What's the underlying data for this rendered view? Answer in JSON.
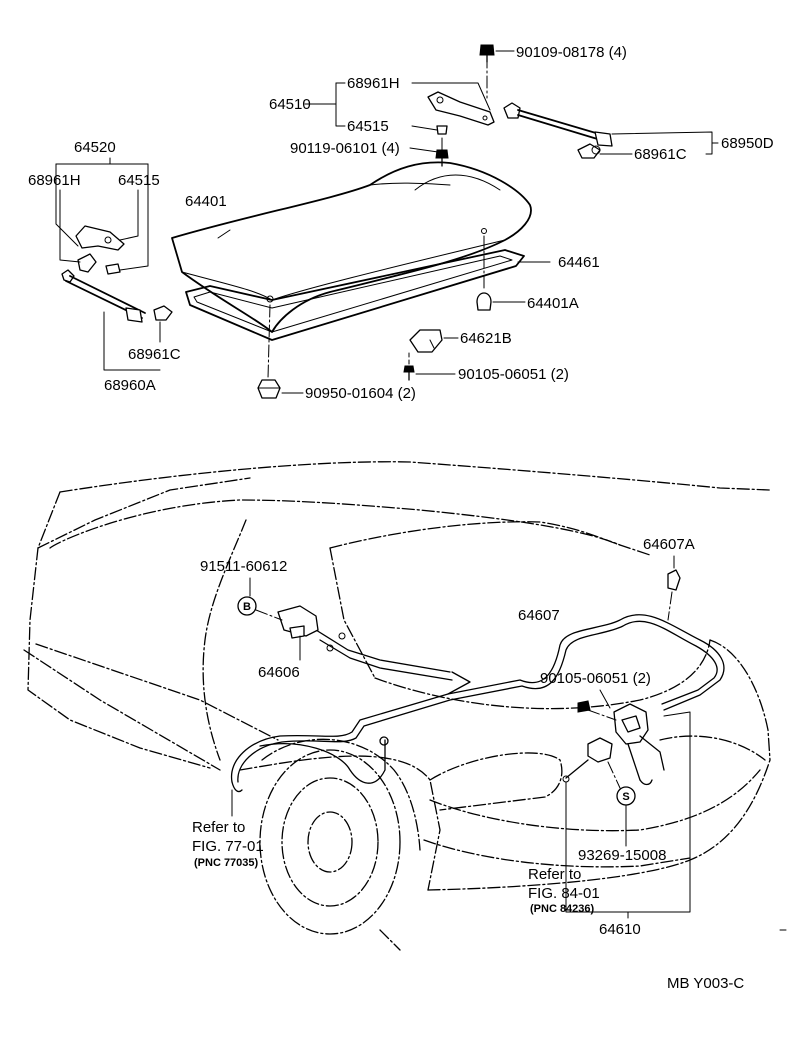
{
  "labels": {
    "p90109": "90109-08178 (4)",
    "p68961H_r": "68961H",
    "p64510": "64510",
    "p64515_r": "64515",
    "p90119": "90119-06101 (4)",
    "p68950D": "68950D",
    "p68961C_r": "68961C",
    "p64520": "64520",
    "p68961H_l": "68961H",
    "p64515_l": "64515",
    "p64401": "64401",
    "p64461": "64461",
    "p64401A": "64401A",
    "p64621B": "64621B",
    "p90105_top": "90105-06051 (2)",
    "p68961C_l": "68961C",
    "p68960A": "68960A",
    "p90950": "90950-01604 (2)",
    "p64607A": "64607A",
    "p91511": "91511-60612",
    "p64607": "64607",
    "p64606": "64606",
    "p90105_bot": "90105-06051 (2)",
    "ref77_a": "Refer to",
    "ref77_b": "FIG. 77-01",
    "ref77_c": "(PNC 77035)",
    "p93269": "93269-15008",
    "ref84_a": "Refer to",
    "ref84_b": "FIG. 84-01",
    "ref84_c": "(PNC 84236)",
    "p64610": "64610",
    "circleB": "B",
    "circleS": "S",
    "drawing_id": "MB  Y003-C"
  }
}
